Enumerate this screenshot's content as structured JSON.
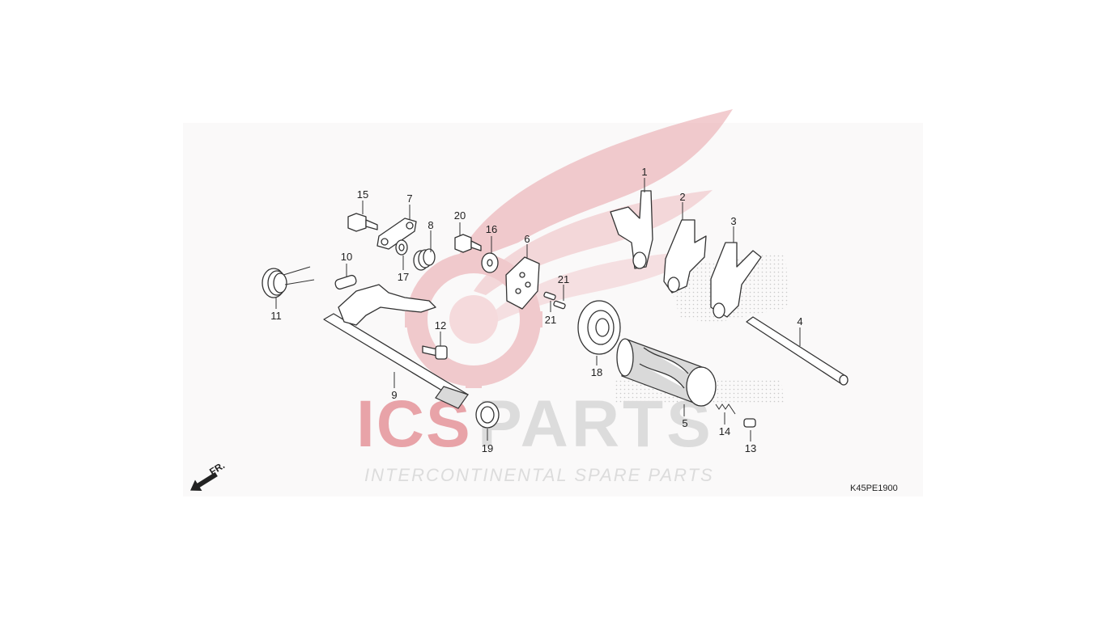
{
  "diagram": {
    "code": "K45PE1900",
    "front_indicator": "FR.",
    "watermark": {
      "brand_prefix": "ICS",
      "brand_suffix": "PARTS",
      "tagline": "INTERCONTINENTAL SPARE PARTS",
      "colors": {
        "red": "#e8a3a8",
        "grey": "#dcdcdc"
      }
    },
    "callouts": [
      "1",
      "2",
      "3",
      "4",
      "5",
      "6",
      "7",
      "8",
      "9",
      "10",
      "11",
      "12",
      "13",
      "14",
      "15",
      "16",
      "17",
      "18",
      "19",
      "20",
      "21",
      "21"
    ]
  }
}
